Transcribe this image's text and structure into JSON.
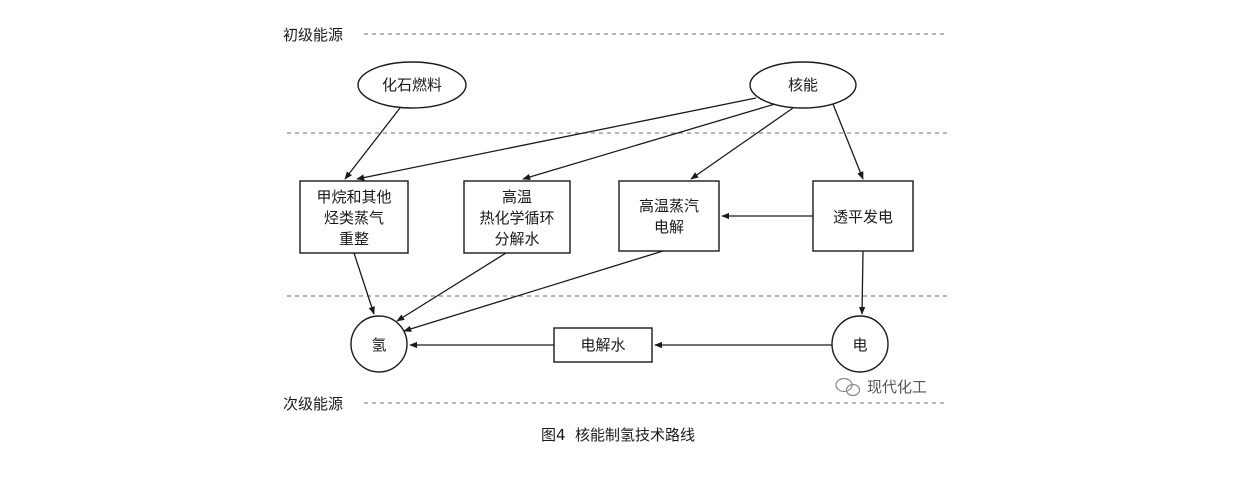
{
  "levels": {
    "primary": "初级能源",
    "secondary": "次级能源"
  },
  "nodes": {
    "fossil": "化石燃料",
    "nuclear": "核能",
    "reforming": [
      "甲烷和其他",
      "烃类蒸气",
      "重整"
    ],
    "thermochem": [
      "高温",
      "热化学循环",
      "分解水"
    ],
    "steam_electrolysis": [
      "高温蒸汽",
      "电解"
    ],
    "power_gen": "透平发电",
    "hydrogen": "氢",
    "electricity": "电",
    "water_electrolysis": "电解水"
  },
  "caption": "图4  核能制氢技术路线",
  "watermark": "现代化工",
  "colors": {
    "line": "#1a1a1a",
    "dash": "#8a8a8a",
    "watermark": "#555555"
  }
}
